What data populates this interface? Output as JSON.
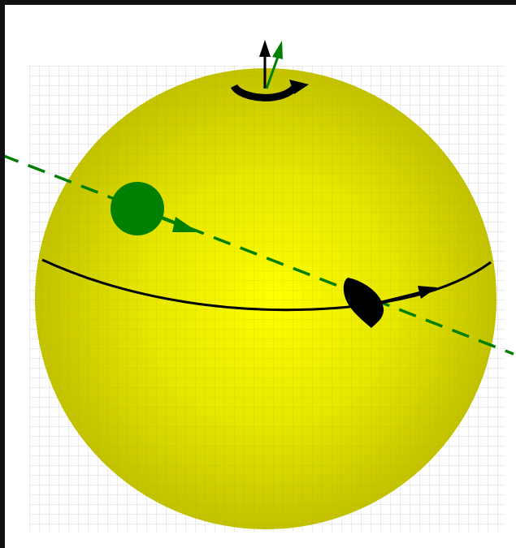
{
  "colors": {
    "background": "#ffffff",
    "frame": "#111111",
    "sphere_center": "#ffff00",
    "sphere_mid": "#e6e600",
    "sphere_edge": "#c2c200",
    "grid": "#d9d9d9",
    "orbit": "#000000",
    "green": "#008000",
    "black": "#000000"
  },
  "diagram": {
    "elements": [
      {
        "name": "sphere",
        "icon": "yellow-sphere"
      },
      {
        "name": "background-grid",
        "icon": "grid"
      },
      {
        "name": "equatorial-path",
        "icon": "curved-line"
      },
      {
        "name": "inclined-dashed-path",
        "icon": "dashed-line"
      },
      {
        "name": "green-body",
        "icon": "green-dot"
      },
      {
        "name": "black-body",
        "icon": "black-teardrop"
      },
      {
        "name": "spin-axis-black",
        "icon": "up-arrow"
      },
      {
        "name": "spin-axis-green",
        "icon": "up-arrow"
      },
      {
        "name": "rotation-arrow",
        "icon": "curved-arrow"
      }
    ]
  }
}
